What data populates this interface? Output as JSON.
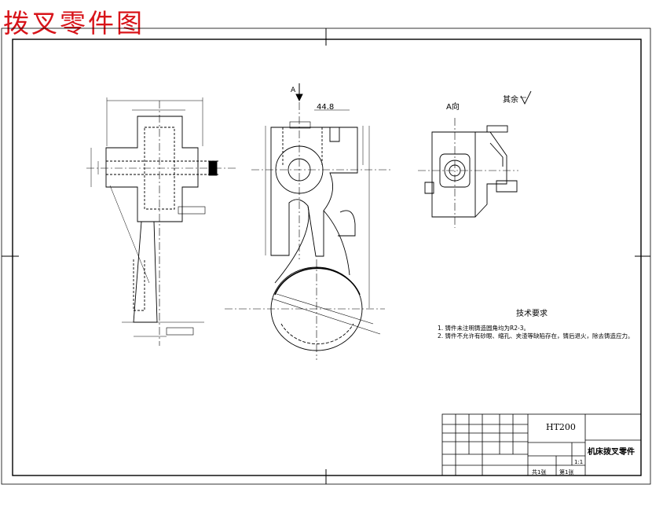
{
  "heading": "拨叉零件图",
  "material": "HT200",
  "part_name": "机床拨叉零件",
  "view_label": "A向",
  "view_arrow_letter": "A",
  "surface_note": "其余",
  "tech_title": "技术要求",
  "tech_notes": [
    "1. 铸件未注明铸造圆角均为R2-3。",
    "2. 铸件不允许有砂眼、缩孔、夹渣等缺陷存在，铸后退火，除去铸造应力。"
  ],
  "dimensions": {
    "top_width": "44.8",
    "scale": "1:1",
    "sheet_total": "共1张",
    "sheet_no": "第1张"
  }
}
